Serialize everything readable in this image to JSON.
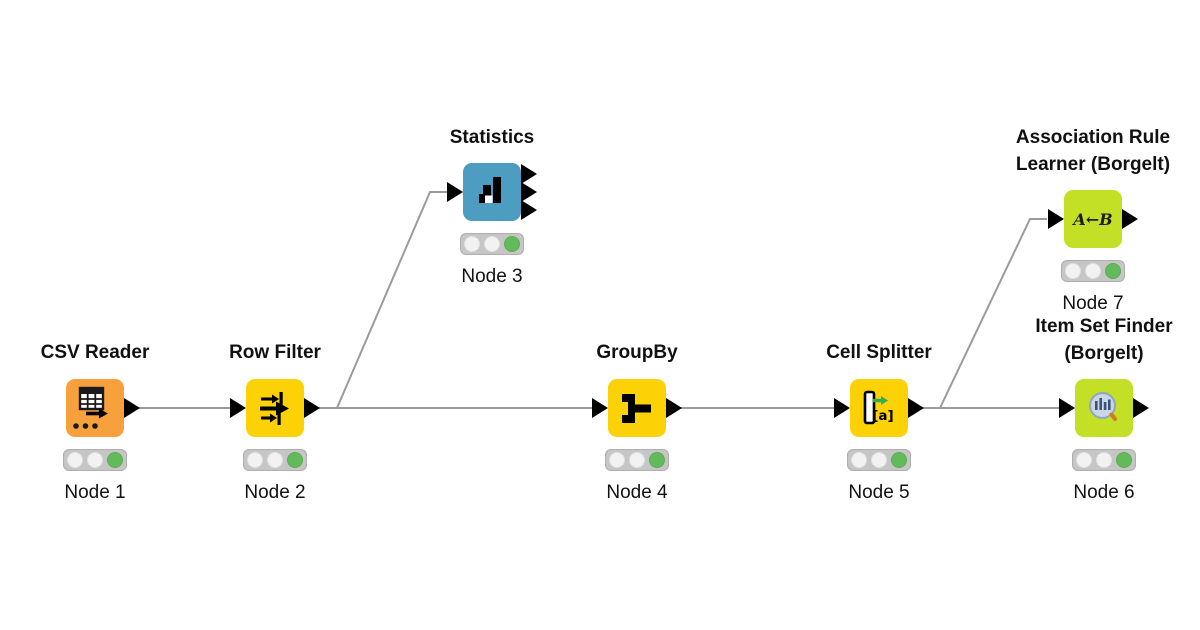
{
  "colors": {
    "canvas_bg": "#FFFFFF",
    "source_orange": "#F7A13C",
    "manipulator_yellow": "#FCD206",
    "visualizer_blue": "#4D9CC2",
    "learner_green": "#C3DF26",
    "edge": "#9B9B9B",
    "traffic_light_bg": "#C6C6C6",
    "status_idle": "#F2F2F2",
    "status_executed": "#63BA5B",
    "cell_splitter_arrow_green": "#2FAE52"
  },
  "nodes": [
    {
      "title": "CSV Reader",
      "label": "Node 1",
      "icon": "csv-reader-table-icon",
      "status": "executed"
    },
    {
      "title": "Row Filter",
      "label": "Node 2",
      "icon": "row-filter-arrows-icon",
      "status": "executed"
    },
    {
      "title": "Statistics",
      "label": "Node 3",
      "icon": "statistics-histogram-icon",
      "status": "executed"
    },
    {
      "title": "GroupBy",
      "label": "Node 4",
      "icon": "groupby-bracket-icon",
      "status": "executed"
    },
    {
      "title": "Cell Splitter",
      "label": "Node 5",
      "icon": "cell-splitter-icon",
      "icon_text": "[a]",
      "status": "executed"
    },
    {
      "title": "Item Set Finder (Borgelt)",
      "label": "Node 6",
      "icon": "item-set-finder-magnifier-icon",
      "status": "executed"
    },
    {
      "title": "Association Rule Learner (Borgelt)",
      "label": "Node 7",
      "icon": "association-rule-a-from-b-icon",
      "icon_text": "A←B",
      "status": "executed"
    }
  ],
  "connections": [
    {
      "from": "Node 1",
      "to": "Node 2"
    },
    {
      "from": "Node 2",
      "to": "Node 3"
    },
    {
      "from": "Node 2",
      "to": "Node 4"
    },
    {
      "from": "Node 4",
      "to": "Node 5"
    },
    {
      "from": "Node 5",
      "to": "Node 7"
    },
    {
      "from": "Node 5",
      "to": "Node 6"
    }
  ]
}
